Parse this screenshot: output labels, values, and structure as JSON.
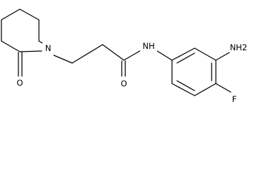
{
  "molecule": {
    "atoms": {
      "N_ring": "N",
      "O_ring": "O",
      "N_amide": "NH",
      "O_amide": "O",
      "NH2": "NH2",
      "F": "F"
    }
  }
}
